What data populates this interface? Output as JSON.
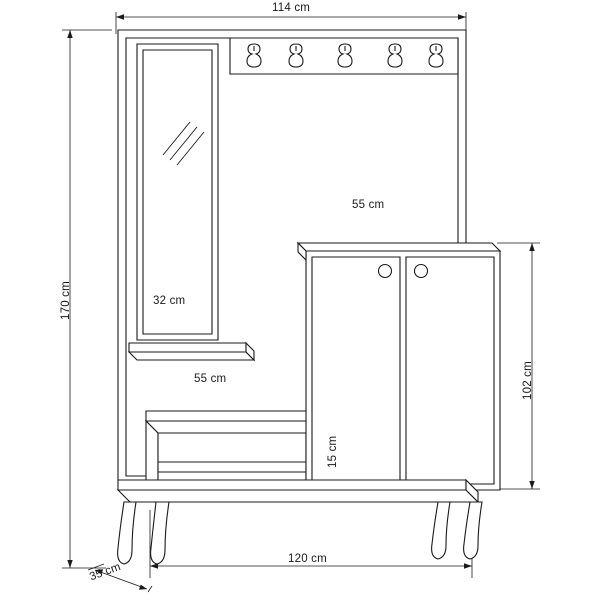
{
  "figure": {
    "title": "Hallway furniture set technical dimension drawing",
    "units": "cm",
    "line_color": "#1a1a1a",
    "fill_color": "#ffffff"
  },
  "dimensions": {
    "top_width": "114 cm",
    "total_height": "170 cm",
    "mirror_width": "32 cm",
    "cabinet_width": "55 cm",
    "bench_width": "55 cm",
    "cabinet_height": "102 cm",
    "shelf_height": "15 cm",
    "base_width": "120 cm",
    "depth": "35 cm"
  },
  "parts": {
    "hooks_count": 5,
    "hook_name": "coat-hook",
    "mirror_name": "mirror-panel",
    "cabinet_doors": 2,
    "knobs_count": 2,
    "legs_count": 4
  }
}
